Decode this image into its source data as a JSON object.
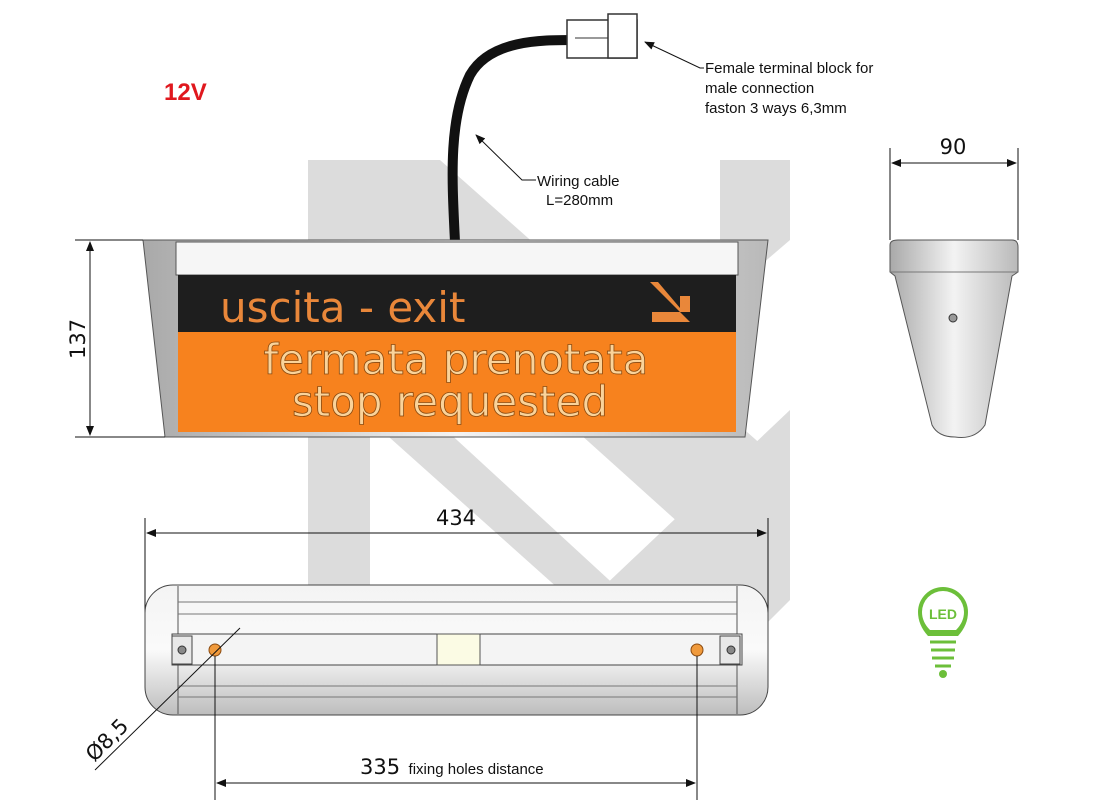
{
  "voltage_label": "12V",
  "connector_note": [
    "Female terminal block for",
    "male connection",
    "faston 3 ways 6,3mm"
  ],
  "cable_note": [
    "Wiring cable",
    "L=280mm"
  ],
  "sign": {
    "top_line": "uscita - exit",
    "line2": "fermata prenotata",
    "line3": "stop requested",
    "arrow_icon": "arrow-down-right-icon"
  },
  "dimensions": {
    "height": "137",
    "depth": "90",
    "length": "434",
    "hole_diameter": "Ø8,5",
    "holes_distance_value": "335",
    "holes_distance_label": "fixing holes distance"
  },
  "led_badge": "LED",
  "colors": {
    "orange": "#f7821e",
    "black": "#1e1e1e",
    "red": "#e0181e",
    "green": "#6cbf3a",
    "watermark": "#d6d6d6"
  }
}
